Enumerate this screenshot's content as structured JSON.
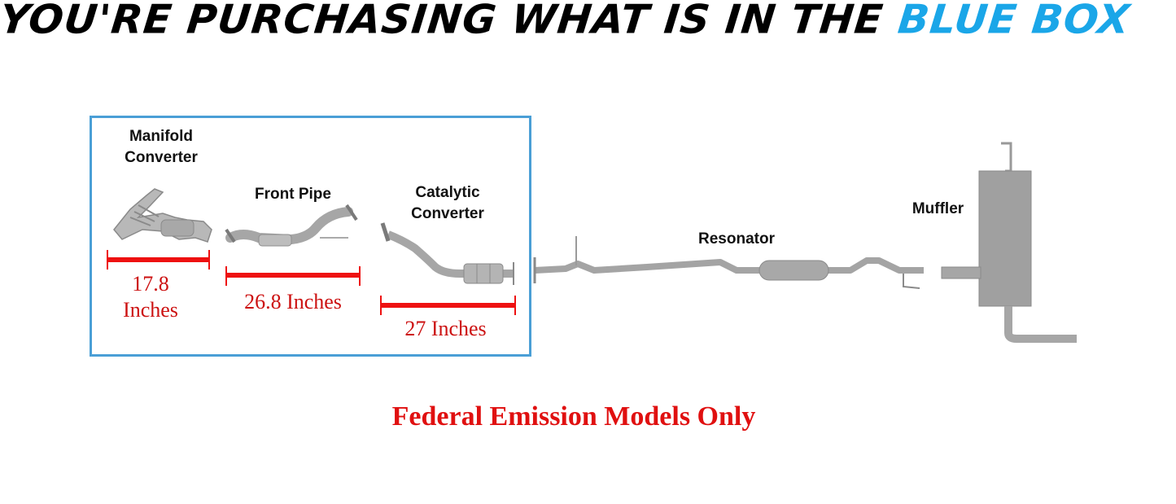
{
  "headline": {
    "prefix": "YOU'RE PURCHASING WHAT IS IN THE",
    "highlight": "BLUE BOX"
  },
  "colors": {
    "accent": "#1aa6e8",
    "box_border": "#4a9fd6",
    "measure": "#ee1111",
    "measure_text": "#cc1111",
    "footnote": "#e01010",
    "pipe": "#9a9a9a"
  },
  "included_parts": [
    {
      "name": "Manifold Converter",
      "line1": "Manifold",
      "line2": "Converter",
      "length": "17.8",
      "unit": "Inches",
      "length_label": "17.8 Inches"
    },
    {
      "name": "Front Pipe",
      "line1": "Front Pipe",
      "length_label": "26.8 Inches"
    },
    {
      "name": "Catalytic Converter",
      "line1": "Catalytic",
      "line2": "Converter",
      "length_label": "27 Inches"
    }
  ],
  "other_parts": [
    {
      "name": "Resonator"
    },
    {
      "name": "Muffler"
    }
  ],
  "footnote": "Federal Emission Models Only"
}
